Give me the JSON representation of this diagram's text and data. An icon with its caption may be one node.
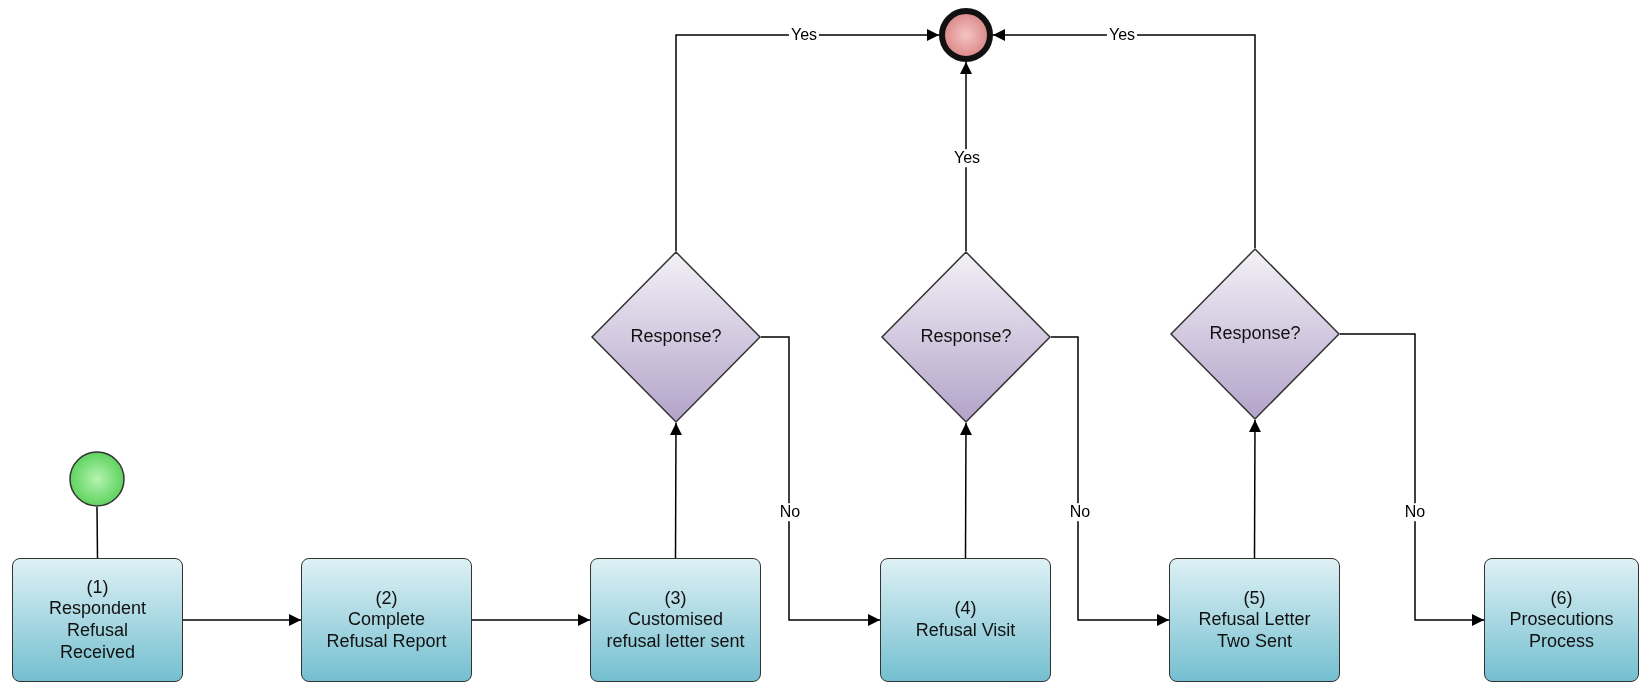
{
  "diagram": {
    "nodes": [
      {
        "text": [],
        "shape": "circle"
      },
      {
        "text": [
          "(1)",
          "Respondent Refusal Received"
        ]
      },
      {
        "text": [
          "(2)",
          "Complete Refusal Report"
        ]
      },
      {
        "text": [
          "(3)",
          "Customised refusal letter sent"
        ]
      },
      {
        "text": [
          "(4)",
          "Refusal Visit"
        ]
      },
      {
        "text": [
          "(5)",
          "Refusal Letter Two Sent"
        ]
      },
      {
        "text": [
          "(6)",
          "Prosecutions Process"
        ]
      },
      {
        "text": [
          "Response?"
        ]
      },
      {
        "text": [
          "Response?"
        ]
      },
      {
        "text": [
          "Response?"
        ]
      },
      {
        "text": [],
        "shape": "circle"
      }
    ],
    "edges": [
      {
        "from": 0,
        "to": 1,
        "arrow": "none"
      },
      {
        "from": 1,
        "to": 2,
        "arrow": "to"
      },
      {
        "from": 2,
        "to": 3,
        "arrow": "to"
      },
      {
        "from": 3,
        "to": 7,
        "arrow": "to"
      },
      {
        "from": 7,
        "to": 10,
        "arrow": "to",
        "label": "Yes"
      },
      {
        "from": 7,
        "to": 4,
        "arrow": "to",
        "label": "No"
      },
      {
        "from": 4,
        "to": 8,
        "arrow": "to"
      },
      {
        "from": 8,
        "to": 10,
        "arrow": "to",
        "label": "Yes"
      },
      {
        "from": 8,
        "to": 5,
        "arrow": "to",
        "label": "No"
      },
      {
        "from": 5,
        "to": 9,
        "arrow": "to"
      },
      {
        "from": 9,
        "to": 10,
        "arrow": "to",
        "label": "Yes"
      },
      {
        "from": 9,
        "to": 6,
        "arrow": "to",
        "label": "No"
      }
    ]
  }
}
